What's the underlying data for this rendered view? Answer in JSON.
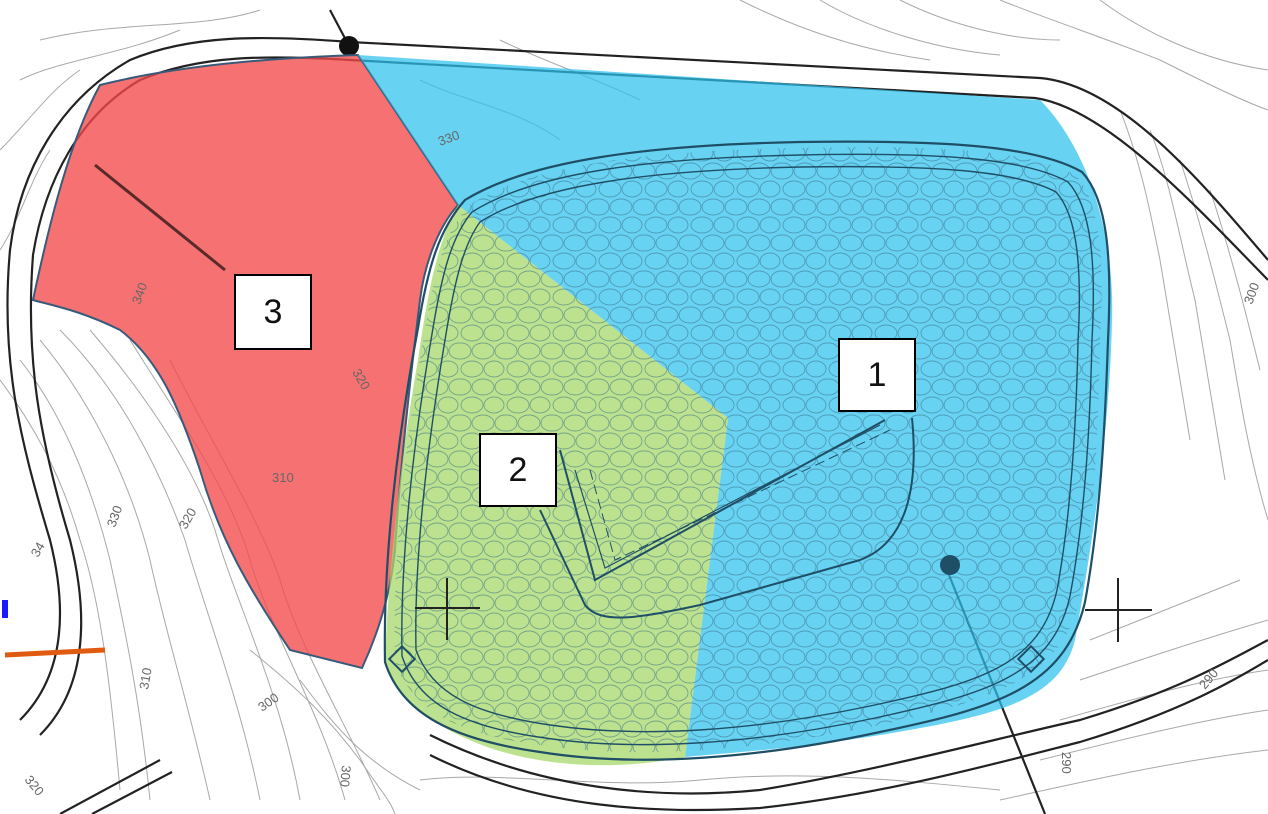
{
  "zones": [
    {
      "id": "1",
      "label": "1",
      "color": "#2ec0ef"
    },
    {
      "id": "2",
      "label": "2",
      "color": "#b3e07a"
    },
    {
      "id": "3",
      "label": "3",
      "color": "#f44a4a"
    }
  ],
  "contour_labels": {
    "c330_top": "330",
    "c340": "340",
    "c320_mid": "320",
    "c310_mid": "310",
    "c330_left": "330",
    "c320_left": "320",
    "c34_edge": "34",
    "c310_left": "310",
    "c300_bottom": "300",
    "c300_bottom2": "300",
    "c320_corner": "320",
    "c300_right": "300",
    "c290_right": "290",
    "c290_bottom": "290"
  },
  "colors": {
    "road": "#222222",
    "contour": "#9a9a9a",
    "pond_outline": "#1f4f66",
    "cell_stroke": "#3a6f86"
  }
}
